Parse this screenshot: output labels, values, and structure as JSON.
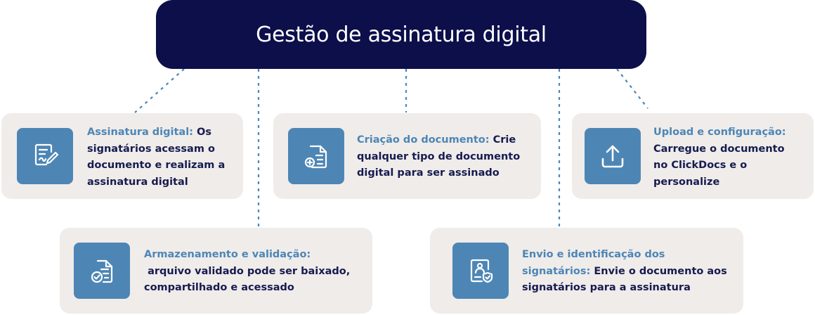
{
  "title": "Gestão de assinatura digital",
  "cards": {
    "assinatura": {
      "icon": "signature-document-icon",
      "heading": "Assinatura digital:",
      "text": " Os signatários acessam o documento e realizam a assinatura digital"
    },
    "criacao": {
      "icon": "add-document-icon",
      "heading": "Criação do documento:",
      "text": " Crie qualquer tipo de documento digital para ser assinado"
    },
    "upload": {
      "icon": "upload-icon",
      "heading": "Upload e configuração:",
      "text": "Carregue o documento no ClickDocs e o personalize"
    },
    "armazenamento": {
      "icon": "validated-document-icon",
      "heading": "Armazenamento e validação:",
      "text": " arquivo validado pode ser baixado, compartilhado e acessado"
    },
    "envio": {
      "icon": "signer-id-document-icon",
      "heading": "Envio e identificação dos signatários:",
      "text": " Envie o documento aos signatários para a assinatura"
    }
  },
  "colors": {
    "title_bg": "#0c0f4a",
    "accent": "#4d86b5",
    "card_bg": "#efecea",
    "body_text": "#171b4f"
  }
}
